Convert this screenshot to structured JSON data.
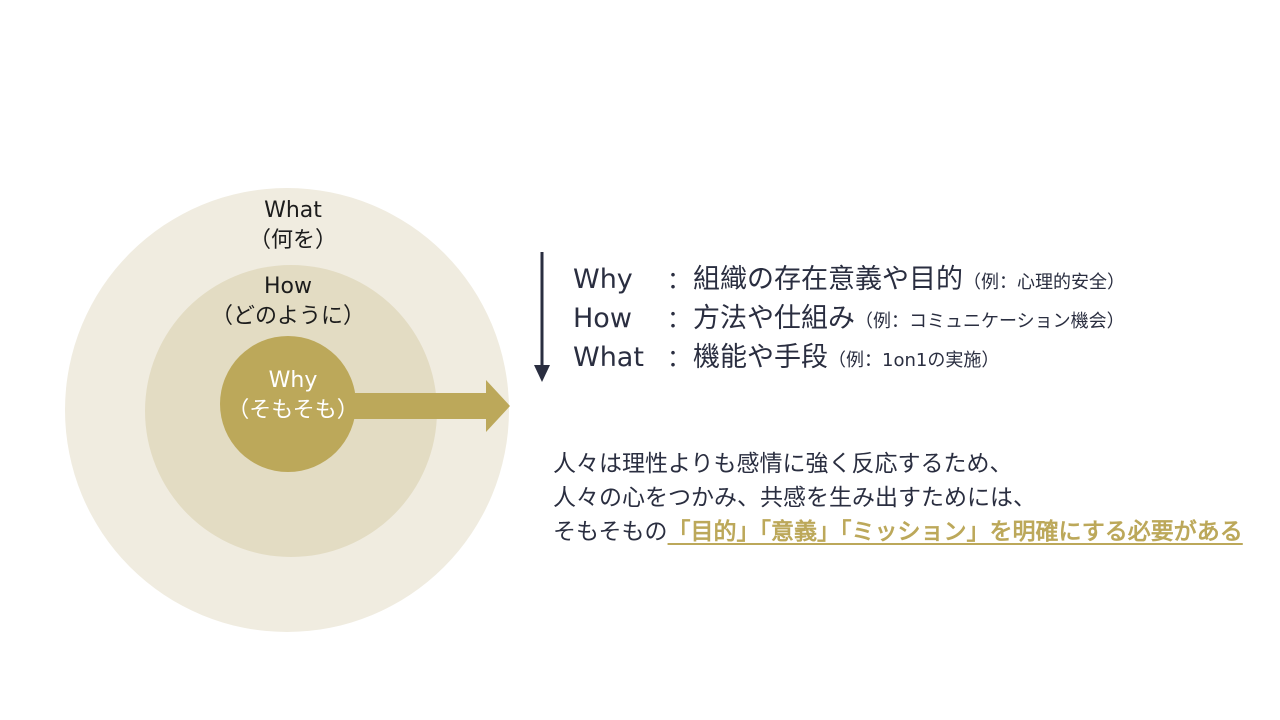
{
  "diagram": {
    "outer": {
      "line1": "What",
      "line2": "（何を）",
      "color": "#f0ece0"
    },
    "middle": {
      "line1": "How",
      "line2": "（どのように）",
      "color": "#e3dcc3"
    },
    "inner": {
      "line1": "Why",
      "line2": "（そもそも）",
      "color": "#bca85a"
    },
    "arrow_color": "#bca85a",
    "down_arrow_color": "#2a2e40"
  },
  "list": [
    {
      "key": "Why",
      "colon": "：",
      "main": "組織の存在意義や目的",
      "note": "（例：心理的安全）"
    },
    {
      "key": "How",
      "colon": "：",
      "main": "方法や仕組み",
      "note": "（例：コミュニケーション機会）"
    },
    {
      "key": "What",
      "colon": "：",
      "main": "機能や手段",
      "note": "（例：1on1の実施）"
    }
  ],
  "paragraph": {
    "line1": "人々は理性よりも感情に強く反応するため、",
    "line2": "人々の心をつかみ、共感を生み出すためには、",
    "line3_prefix": "そもそもの",
    "line3_highlight": "「目的」「意義」「ミッション」を明確にする必要がある",
    "highlight_color": "#bca85a"
  }
}
